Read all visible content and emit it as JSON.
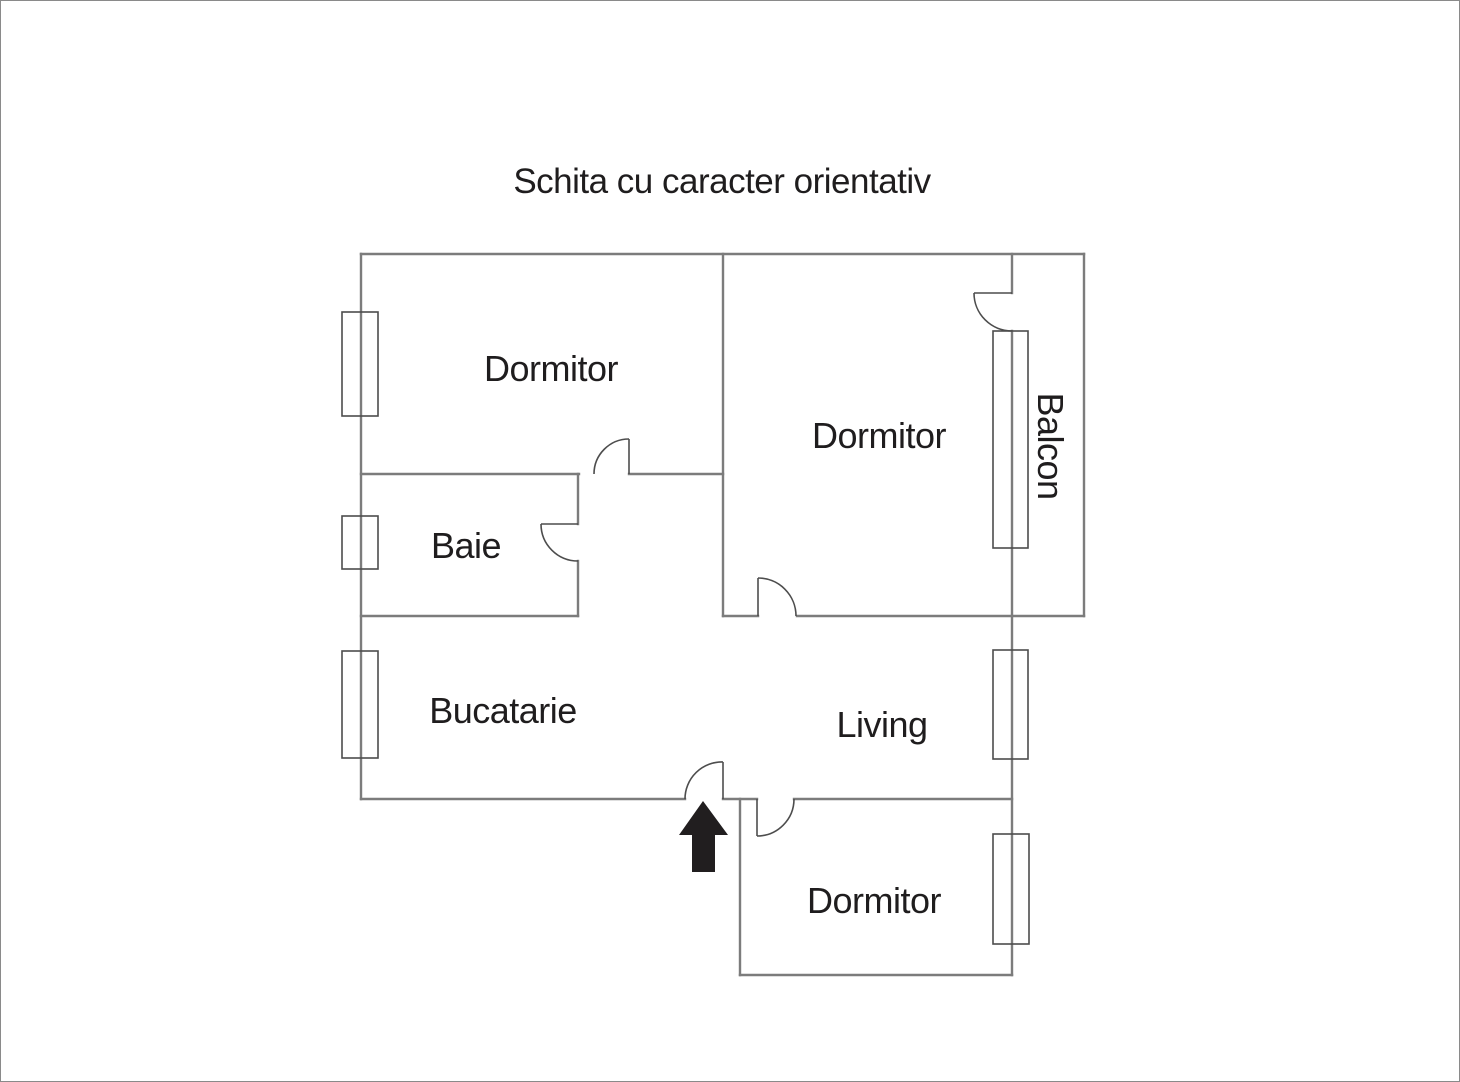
{
  "title": "Schita cu caracter orientativ",
  "rooms": {
    "dormitor_tl": "Dormitor",
    "dormitor_tr": "Dormitor",
    "baie": "Baie",
    "bucatarie": "Bucatarie",
    "living": "Living",
    "dormitor_bottom": "Dormitor",
    "balcon": "Balcon"
  },
  "colors": {
    "wall": "#7c7c7c",
    "detail": "#4d4d4d",
    "text": "#1f1d1e",
    "arrow": "#211e1f",
    "background": "#ffffff",
    "page_border": "#8a8a8a"
  },
  "icons": {
    "entrance": "entrance-arrow-up"
  }
}
